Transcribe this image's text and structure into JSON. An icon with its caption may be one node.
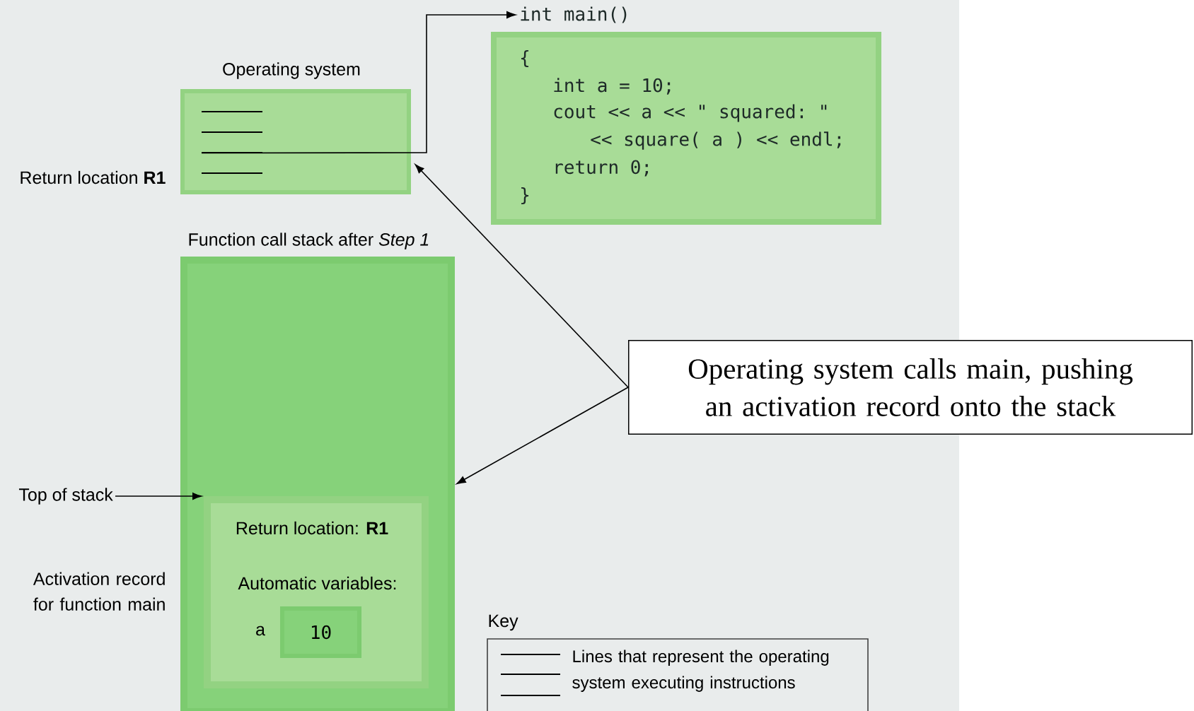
{
  "diagram": {
    "nodes": [
      {
        "text": [
          "Operating system"
        ],
        "beside": [
          "Return location **R1**"
        ]
      },
      {
        "text": [
          "int main()",
          "{",
          "int a = 10;",
          "cout << a << \" squared: \"",
          "<< square( a ) << endl;",
          "return 0;",
          "}"
        ]
      },
      {
        "text": [
          "Function call stack after *Step 1*"
        ]
      },
      {
        "text": [
          "Return location: **R1**",
          "Automatic variables:"
        ],
        "in": 2,
        "beside": [
          "Activation record for function main"
        ]
      },
      {
        "text": [
          "10"
        ],
        "in": 3,
        "beside": [
          "a"
        ]
      },
      {
        "text": [
          "Operating system calls main, pushing an activation record onto the stack"
        ]
      },
      {
        "text": [
          "Top of stack"
        ]
      }
    ],
    "edges": [
      {
        "from": 0,
        "to": 1,
        "arrow": "to"
      },
      {
        "from": 5,
        "to": 0,
        "arrow": "to"
      },
      {
        "from": 5,
        "to": 2,
        "arrow": "to"
      },
      {
        "from": 6,
        "to": 3,
        "arrow": "to"
      }
    ],
    "labels": [
      "Key"
    ],
    "legend": [
      {
        "text": "Lines that represent the operating system executing instructions"
      }
    ]
  }
}
